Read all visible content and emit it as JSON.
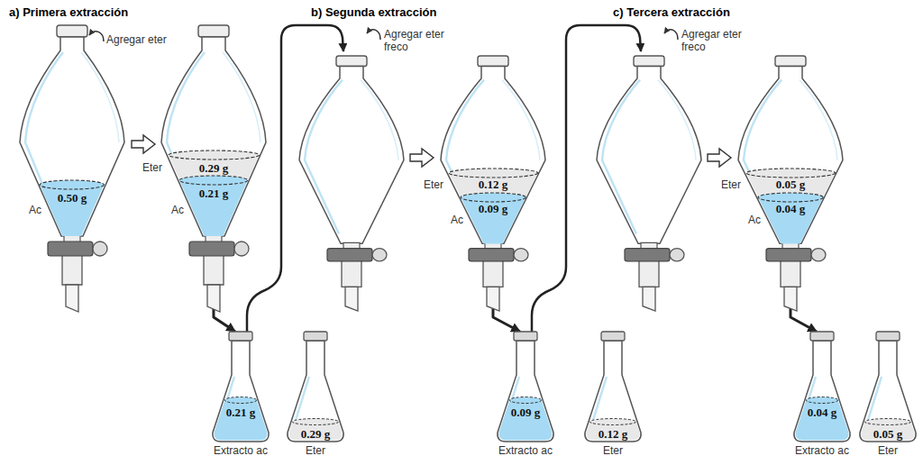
{
  "diagram": {
    "nodes": [
      {
        "text": [
          "0.50 g"
        ]
      },
      {
        "text": [
          "0.29 g"
        ]
      },
      {
        "text": [
          "0.21 g"
        ]
      },
      {
        "text": [
          "0.21 g",
          "Extracto ac"
        ]
      },
      {
        "text": [
          "0.29 g",
          "Eter"
        ]
      },
      {
        "text": [
          "0.12 g"
        ]
      },
      {
        "text": [
          "0.09 g"
        ]
      },
      {
        "text": [
          "0.09 g",
          "Extracto ac"
        ]
      },
      {
        "text": [
          "0.12 g",
          "Eter"
        ]
      },
      {
        "text": [
          "0.05 g"
        ]
      },
      {
        "text": [
          "0.04 g"
        ]
      },
      {
        "text": [
          "0.04 g",
          "Extracto ac"
        ]
      },
      {
        "text": [
          "0.05 g",
          "Eter"
        ]
      }
    ],
    "edges": [
      {
        "from": 2,
        "to": 3,
        "arrow": "to"
      },
      {
        "from": 6,
        "to": 7,
        "arrow": "to"
      },
      {
        "from": 10,
        "to": 11,
        "arrow": "to"
      }
    ],
    "labels": [
      "a) Primera extracción",
      "Agregar eter",
      "Ac",
      "Eter",
      "Ac",
      "b) Segunda extracción",
      "Agregar eter freco",
      "Eter",
      "Ac",
      "c) Tercera extracción",
      "Agregar eter freco",
      "Eter",
      "Ac"
    ]
  }
}
